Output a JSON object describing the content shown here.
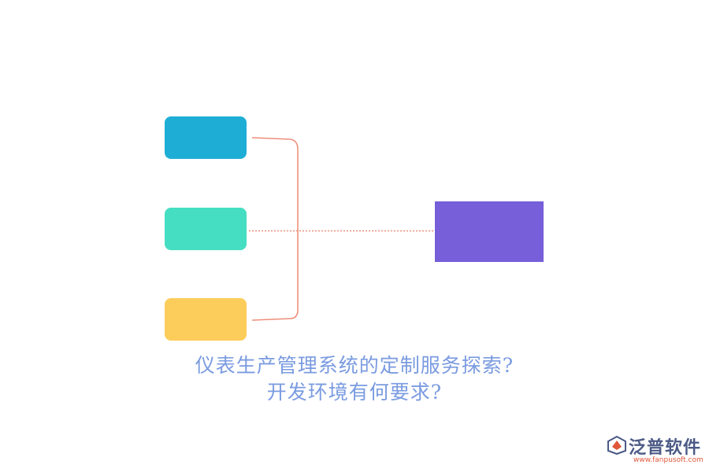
{
  "colors": {
    "box_blue": "#1eaed5",
    "box_teal": "#45dec2",
    "box_yellow": "#fccd5b",
    "box_purple": "#765fd9",
    "connector": "#ee8f7a",
    "caption": "#7a9be0",
    "logo_text": "#4b5a86",
    "logo_url": "#e0573a"
  },
  "caption": {
    "line1": "仪表生产管理系统的定制服务探索?",
    "line2": "开发环境有何要求?"
  },
  "logo": {
    "name": "泛普软件",
    "url": "www.fanpusoft.com"
  }
}
